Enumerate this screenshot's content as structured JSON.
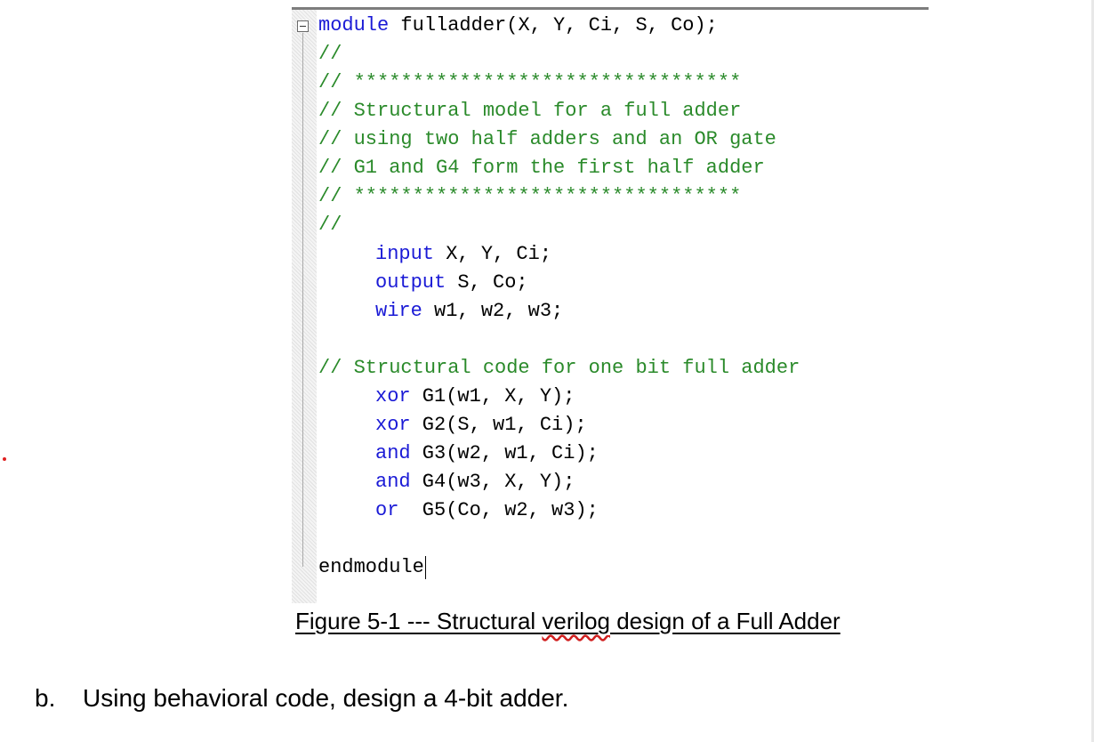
{
  "code": {
    "header": {
      "keyword": "module",
      "rest": " fulladder(X, Y, Ci, S, Co);"
    },
    "comments_top": [
      "//",
      "// *********************************",
      "// Structural model for a full adder",
      "// using two half adders and an OR gate",
      "// G1 and G4 form the first half adder",
      "// *********************************",
      "//"
    ],
    "declarations": [
      {
        "keyword": "input",
        "rest": " X, Y, Ci;"
      },
      {
        "keyword": "output",
        "rest": " S, Co;"
      },
      {
        "keyword": "wire",
        "rest": " w1, w2, w3;"
      }
    ],
    "comment_mid": "// Structural code for one bit full adder",
    "gates": [
      {
        "keyword": "xor",
        "rest": " G1(w1, X, Y);"
      },
      {
        "keyword": "xor",
        "rest": " G2(S, w1, Ci);"
      },
      {
        "keyword": "and",
        "rest": " G3(w2, w1, Ci);"
      },
      {
        "keyword": "and",
        "rest": " G4(w3, X, Y);"
      },
      {
        "keyword": "or",
        "rest": "  G5(Co, w2, w3);"
      }
    ],
    "footer": "endmodule"
  },
  "caption": {
    "before": "Figure 5-1 --- Structural ",
    "misspelled": "verilog",
    "after": " design of a Full Adder"
  },
  "question": {
    "marker": "b.",
    "text": "Using behavioral code, design a 4-bit adder."
  },
  "colors": {
    "comment": "#2a8a2a",
    "keyword": "#1a1ad6",
    "plain": "#000000"
  }
}
